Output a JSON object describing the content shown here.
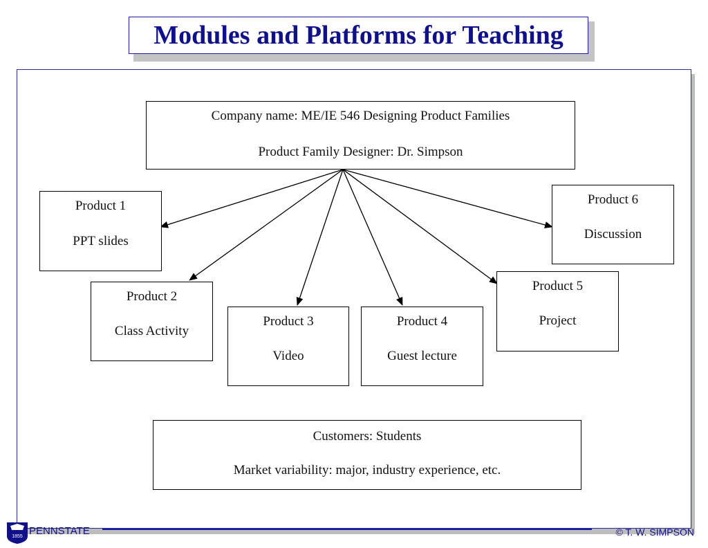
{
  "title": "Modules and Platforms for Teaching",
  "company_box": {
    "line1": "Company name: ME/IE 546 Designing Product Families",
    "line2": "Product Family Designer: Dr. Simpson"
  },
  "products": [
    {
      "label": "Product 1",
      "desc": "PPT slides"
    },
    {
      "label": "Product 2",
      "desc": "Class Activity"
    },
    {
      "label": "Product 3",
      "desc": "Video"
    },
    {
      "label": "Product 4",
      "desc": "Guest lecture"
    },
    {
      "label": "Product 5",
      "desc": "Project"
    },
    {
      "label": "Product 6",
      "desc": "Discussion"
    }
  ],
  "customers_box": {
    "line1": "Customers: Students",
    "line2": "Market variability: major, industry experience, etc."
  },
  "footer": {
    "brand": "PENNSTATE",
    "logo_year": "1855",
    "copyright": "© T. W. SIMPSON"
  },
  "colors": {
    "title_blue": "#10108a",
    "border_blue": "#1a1aa0",
    "shadow_gray": "#c4c4c4"
  }
}
